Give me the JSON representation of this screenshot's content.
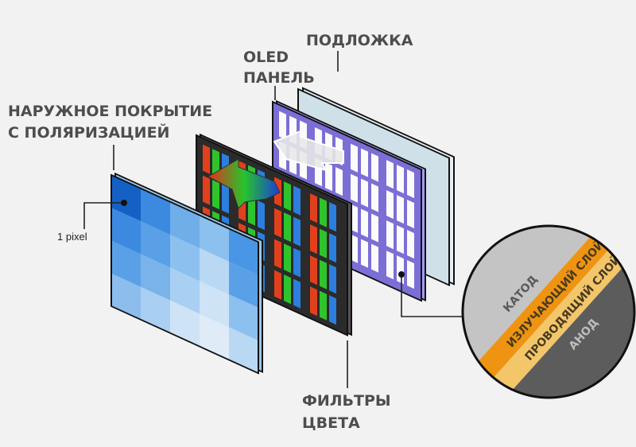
{
  "labels": {
    "substrate": "ПОДЛОЖКА",
    "oled_line1": "OLED",
    "oled_line2": "ПАНЕЛЬ",
    "coating_line1": "НАРУЖНОЕ ПОКРЫТИЕ",
    "coating_line2": "С ПОЛЯРИЗАЦИЕЙ",
    "pixel": "1 pixel",
    "filters_line1": "ФИЛЬТРЫ",
    "filters_line2": "ЦВЕТА"
  },
  "layers": [
    {
      "name": "КАТОД",
      "color": "#c4c4c4",
      "text_color": "#5a5a5a"
    },
    {
      "name": "ИЗЛУЧАЮЩИЙ СЛОЙ",
      "color": "#ee9412",
      "text_color": "#4a3a20"
    },
    {
      "name": "ПРОВОДЯЩИЙ СЛОЙ",
      "color": "#f3c66a",
      "text_color": "#4a3a20"
    },
    {
      "name": "АНОД",
      "color": "#5c5c5c",
      "text_color": "#bdbdbd"
    }
  ],
  "colors": {
    "oled": "#7b6fd6",
    "substrate": "#cfe0e8",
    "filter_frame": "#2b2b2b",
    "red": "#e2401c",
    "green": "#2fc42b",
    "blue": "#2c7fdc"
  }
}
